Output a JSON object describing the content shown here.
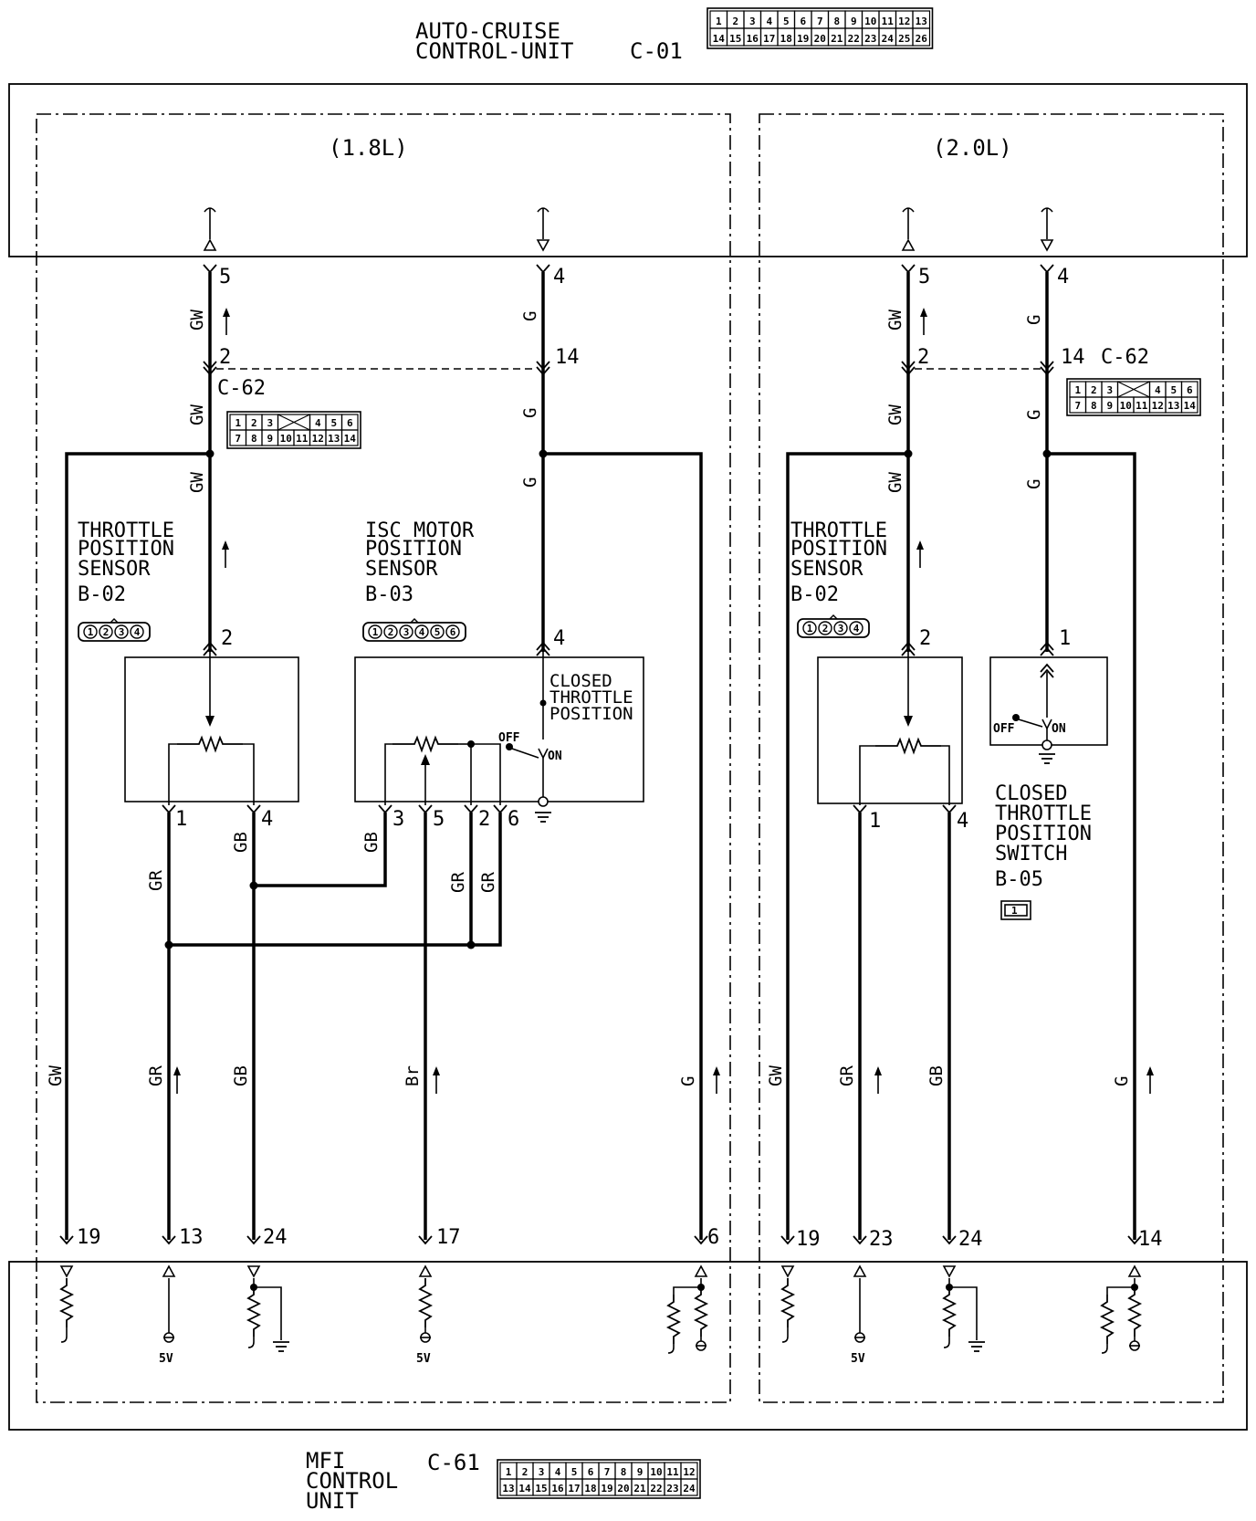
{
  "header": {
    "unit_line1": "AUTO-CRUISE",
    "unit_line2": "CONTROL-UNIT",
    "unit_code": "C-01",
    "connector_top": [
      "1",
      "2",
      "3",
      "4",
      "5",
      "6",
      "7",
      "8",
      "9",
      "10",
      "11",
      "12",
      "13"
    ],
    "connector_bottom": [
      "14",
      "15",
      "16",
      "17",
      "18",
      "19",
      "20",
      "21",
      "22",
      "23",
      "24",
      "25",
      "26"
    ]
  },
  "footer": {
    "unit_line1": "MFI",
    "unit_line2": "CONTROL",
    "unit_line3": "UNIT",
    "unit_code": "C-61",
    "connector_top": [
      "1",
      "2",
      "3",
      "4",
      "5",
      "6",
      "7",
      "8",
      "9",
      "10",
      "11",
      "12"
    ],
    "connector_bottom": [
      "13",
      "14",
      "15",
      "16",
      "17",
      "18",
      "19",
      "20",
      "21",
      "22",
      "23",
      "24"
    ]
  },
  "c62": {
    "code": "C-62",
    "top": [
      "1",
      "2",
      "3",
      "4",
      "5",
      "6"
    ],
    "bottom": [
      "7",
      "8",
      "9",
      "10",
      "11",
      "12",
      "13",
      "14"
    ]
  },
  "left": {
    "section_label": "(1.8L)",
    "top_pin_a": "5",
    "top_pin_b": "4",
    "c62_pin_a": "2",
    "c62_pin_b": "14",
    "tps_line1": "THROTTLE",
    "tps_line2": "POSITION",
    "tps_line3": "SENSOR",
    "tps_code": "B-02",
    "tps_conn": [
      "1",
      "2",
      "3",
      "4"
    ],
    "tps_pin_top": "2",
    "tps_pin_1": "1",
    "tps_pin_4": "4",
    "isc_line1": "ISC MOTOR",
    "isc_line2": "POSITION",
    "isc_line3": "SENSOR",
    "isc_code": "B-03",
    "isc_conn": [
      "1",
      "2",
      "3",
      "4",
      "5",
      "6"
    ],
    "isc_pin_top": "4",
    "isc_pin_3": "3",
    "isc_pin_5": "5",
    "isc_pin_2": "2",
    "isc_pin_6": "6",
    "closed_line1": "CLOSED",
    "closed_line2": "THROTTLE",
    "closed_line3": "POSITION",
    "off": "OFF",
    "on": "ON",
    "bottom_pins": [
      "19",
      "13",
      "24",
      "17",
      "6"
    ],
    "five_v": "5V"
  },
  "right": {
    "section_label": "(2.0L)",
    "top_pin_a": "5",
    "top_pin_b": "4",
    "c62_pin_a": "2",
    "c62_pin_b": "14",
    "tps_line1": "THROTTLE",
    "tps_line2": "POSITION",
    "tps_line3": "SENSOR",
    "tps_code": "B-02",
    "tps_conn": [
      "1",
      "2",
      "3",
      "4"
    ],
    "tps_pin_top": "2",
    "tps_pin_1": "1",
    "tps_pin_4": "4",
    "sw_pin_top": "1",
    "sw_line1": "CLOSED",
    "sw_line2": "THROTTLE",
    "sw_line3": "POSITION",
    "sw_line4": "SWITCH",
    "sw_code": "B-05",
    "sw_conn": "1",
    "off": "OFF",
    "on": "ON",
    "bottom_pins": [
      "19",
      "23",
      "24",
      "14"
    ],
    "five_v": "5V"
  },
  "wire_colors": {
    "gw": "GW",
    "g": "G",
    "gr": "GR",
    "gb": "GB",
    "br": "Br"
  }
}
